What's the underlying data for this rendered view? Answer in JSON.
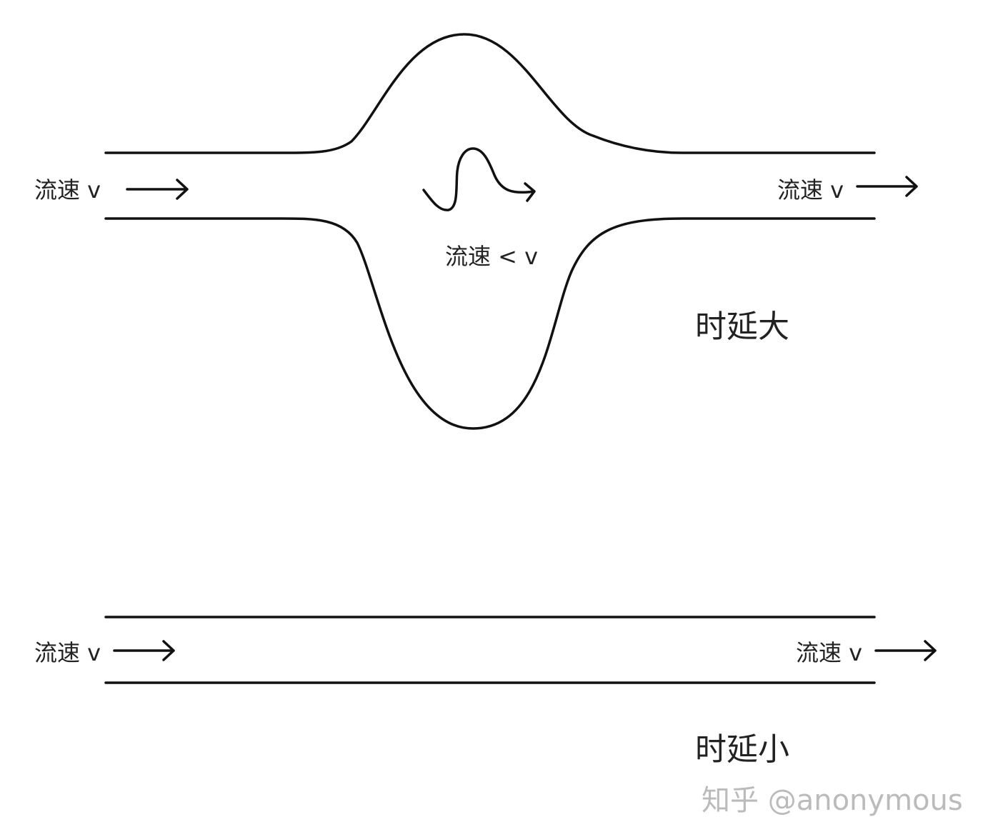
{
  "top_diagram": {
    "inlet_label": "流速 v",
    "middle_label": "流速 < v",
    "outlet_label": "流速 v",
    "caption": "时延大"
  },
  "bottom_diagram": {
    "inlet_label": "流速 v",
    "outlet_label": "流速 v",
    "caption": "时延小"
  },
  "watermark": "知乎 @anonymous",
  "colors": {
    "stroke": "#111111",
    "text": "#222222",
    "watermark": "#bbbbbb"
  }
}
